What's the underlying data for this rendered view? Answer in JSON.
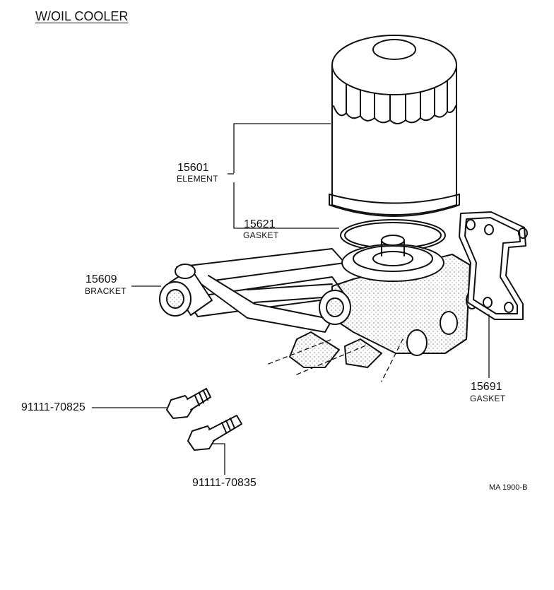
{
  "title": "W/OIL COOLER",
  "reference": "MA 1900-B",
  "parts": {
    "element": {
      "number": "15601",
      "name": "ELEMENT"
    },
    "gasket_ring": {
      "number": "15621",
      "name": "GASKET"
    },
    "bracket": {
      "number": "15609",
      "name": "BRACKET"
    },
    "gasket_plate": {
      "number": "15691",
      "name": "GASKET"
    },
    "bolt_short": {
      "number": "91111-70825"
    },
    "bolt_long": {
      "number": "91111-70835"
    }
  }
}
